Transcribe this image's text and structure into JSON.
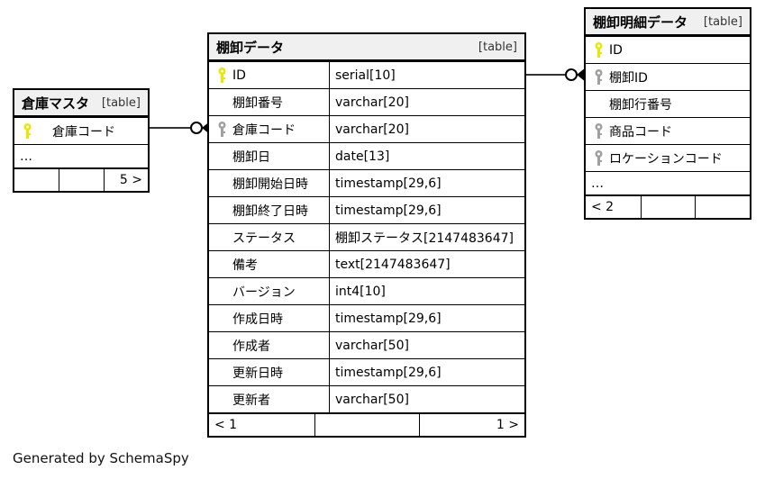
{
  "diagram": {
    "caption": "Generated by SchemaSpy",
    "table_tag": "[table]",
    "key_colors": {
      "primary": "#e8e800",
      "foreign": "#a0a0a0"
    },
    "line_color": "#333333"
  },
  "tables": {
    "left": {
      "title": "倉庫マスタ",
      "tag": "[table]",
      "rows": [
        {
          "key": "primary",
          "name": "倉庫コード"
        }
      ],
      "ellipsis": "…",
      "footer": {
        "left": "",
        "middle": "",
        "right": "5 >"
      }
    },
    "main": {
      "title": "棚卸データ",
      "tag": "[table]",
      "rows": [
        {
          "key": "primary",
          "name": "ID",
          "type": "serial[10]"
        },
        {
          "key": "none",
          "name": "棚卸番号",
          "type": "varchar[20]"
        },
        {
          "key": "foreign",
          "name": "倉庫コード",
          "type": "varchar[20]"
        },
        {
          "key": "none",
          "name": "棚卸日",
          "type": "date[13]"
        },
        {
          "key": "none",
          "name": "棚卸開始日時",
          "type": "timestamp[29,6]"
        },
        {
          "key": "none",
          "name": "棚卸終了日時",
          "type": "timestamp[29,6]"
        },
        {
          "key": "none",
          "name": "ステータス",
          "type": "棚卸ステータス[2147483647]"
        },
        {
          "key": "none",
          "name": "備考",
          "type": "text[2147483647]"
        },
        {
          "key": "none",
          "name": "バージョン",
          "type": "int4[10]"
        },
        {
          "key": "none",
          "name": "作成日時",
          "type": "timestamp[29,6]"
        },
        {
          "key": "none",
          "name": "作成者",
          "type": "varchar[50]"
        },
        {
          "key": "none",
          "name": "更新日時",
          "type": "timestamp[29,6]"
        },
        {
          "key": "none",
          "name": "更新者",
          "type": "varchar[50]"
        }
      ],
      "footer": {
        "left": "< 1",
        "middle": "",
        "right": "1 >"
      }
    },
    "right": {
      "title": "棚卸明細データ",
      "tag": "[table]",
      "rows": [
        {
          "key": "primary",
          "name": "ID"
        },
        {
          "key": "foreign",
          "name": "棚卸ID"
        },
        {
          "key": "none",
          "name": "棚卸行番号"
        },
        {
          "key": "foreign",
          "name": "商品コード"
        },
        {
          "key": "foreign",
          "name": "ロケーションコード"
        }
      ],
      "ellipsis": "…",
      "footer": {
        "left": "< 2",
        "middle": "",
        "right": ""
      }
    }
  },
  "relationships": [
    {
      "name": "warehouse-to-inventory",
      "from": "倉庫マスタ.倉庫コード",
      "to": "棚卸データ.倉庫コード",
      "cardinality": "zero-to-many"
    },
    {
      "name": "inventory-to-detail",
      "from": "棚卸データ.ID",
      "to": "棚卸明細データ.棚卸ID",
      "cardinality": "zero-to-many"
    }
  ]
}
